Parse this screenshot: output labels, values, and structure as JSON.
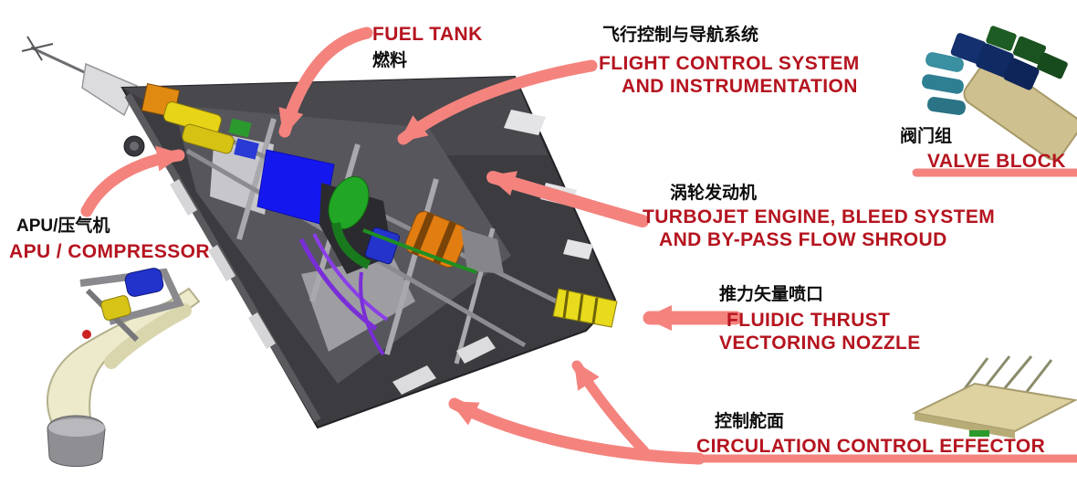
{
  "figure": "aircraft-systems-cutaway-diagram",
  "labels": {
    "fuel_tank": {
      "en": "FUEL TANK",
      "zh": "燃料"
    },
    "flight_control": {
      "zh": "飞行控制与导航系统",
      "en_line1": "FLIGHT CONTROL SYSTEM",
      "en_line2": "AND INSTRUMENTATION"
    },
    "valve_block": {
      "zh": "阀门组",
      "en": "VALVE BLOCK"
    },
    "turbojet": {
      "zh": "涡轮发动机",
      "en_line1": "TURBOJET ENGINE, BLEED SYSTEM",
      "en_line2": "AND BY-PASS FLOW SHROUD"
    },
    "apu": {
      "zh": "APU/压气机",
      "en": "APU / COMPRESSOR"
    },
    "nozzle": {
      "zh": "推力矢量喷口",
      "en_line1": "FLUIDIC THRUST",
      "en_line2": "VECTORING NOZZLE"
    },
    "effector": {
      "zh": "控制舵面",
      "en": "CIRCULATION CONTROL EFFECTOR"
    }
  },
  "figures": [
    "aircraft-cutaway",
    "valve-block-illustration",
    "apu-compressor-illustration",
    "circulation-control-effector-illustration"
  ],
  "colors": {
    "label_red": "#b5141f",
    "callout_salmon": "#f4837e",
    "text_black": "#0d0d0d",
    "background": "#ffffff"
  }
}
